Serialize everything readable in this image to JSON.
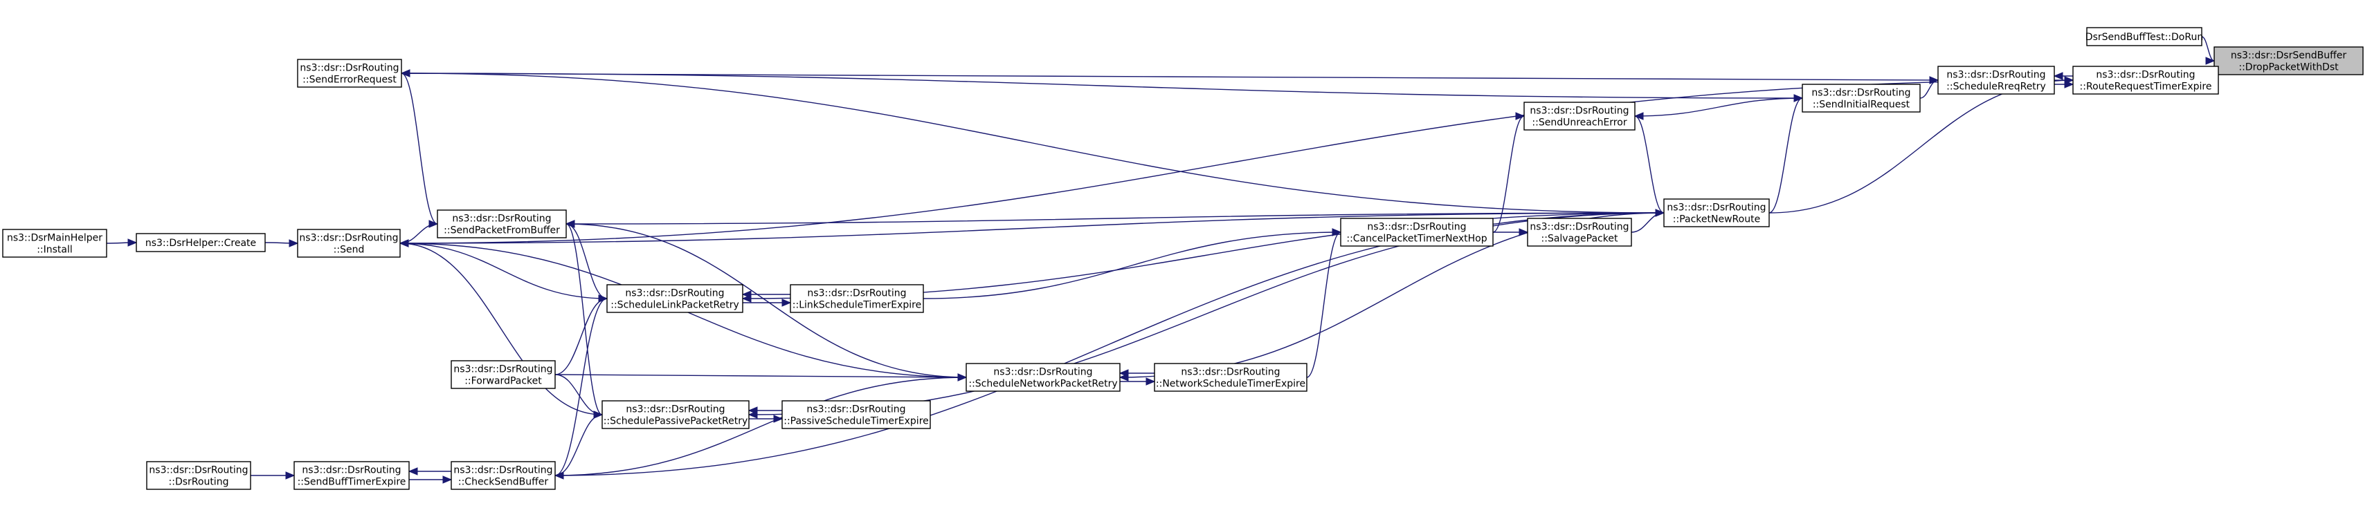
{
  "nodes": {
    "drop_packet": [
      "ns3::dsr::DsrSendBuffer",
      "::DropPacketWithDst"
    ],
    "do_run": [
      "DsrSendBuffTest::DoRun"
    ],
    "route_request_timer": [
      "ns3::dsr::DsrRouting",
      "::RouteRequestTimerExpire"
    ],
    "schedule_rreq_retry": [
      "ns3::dsr::DsrRouting",
      "::ScheduleRreqRetry"
    ],
    "send_initial_request": [
      "ns3::dsr::DsrRouting",
      "::SendInitialRequest"
    ],
    "send_unreach_error": [
      "ns3::dsr::DsrRouting",
      "::SendUnreachError"
    ],
    "send_error_request": [
      "ns3::dsr::DsrRouting",
      "::SendErrorRequest"
    ],
    "packet_new_route": [
      "ns3::dsr::DsrRouting",
      "::PacketNewRoute"
    ],
    "salvage_packet": [
      "ns3::dsr::DsrRouting",
      "::SalvagePacket"
    ],
    "cancel_packet_timer": [
      "ns3::dsr::DsrRouting",
      "::CancelPacketTimerNextHop"
    ],
    "send_packet_from_buffer": [
      "ns3::dsr::DsrRouting",
      "::SendPacketFromBuffer"
    ],
    "send": [
      "ns3::dsr::DsrRouting",
      "::Send"
    ],
    "helper_create": [
      "ns3::DsrHelper::Create"
    ],
    "main_helper_install": [
      "ns3::DsrMainHelper",
      "::Install"
    ],
    "schedule_link_retry": [
      "ns3::dsr::DsrRouting",
      "::ScheduleLinkPacketRetry"
    ],
    "link_schedule_timer": [
      "ns3::dsr::DsrRouting",
      "::LinkScheduleTimerExpire"
    ],
    "schedule_network_retry": [
      "ns3::dsr::DsrRouting",
      "::ScheduleNetworkPacketRetry"
    ],
    "network_schedule_timer": [
      "ns3::dsr::DsrRouting",
      "::NetworkScheduleTimerExpire"
    ],
    "forward_packet": [
      "ns3::dsr::DsrRouting",
      "::ForwardPacket"
    ],
    "schedule_passive_retry": [
      "ns3::dsr::DsrRouting",
      "::SchedulePassivePacketRetry"
    ],
    "passive_schedule_timer": [
      "ns3::dsr::DsrRouting",
      "::PassiveScheduleTimerExpire"
    ],
    "dsr_routing_ctor": [
      "ns3::dsr::DsrRouting",
      "::DsrRouting"
    ],
    "send_buff_timer": [
      "ns3::dsr::DsrRouting",
      "::SendBuffTimerExpire"
    ],
    "check_send_buffer": [
      "ns3::dsr::DsrRouting",
      "::CheckSendBuffer"
    ]
  },
  "edges": [
    [
      "do_run",
      "drop_packet"
    ],
    [
      "route_request_timer",
      "drop_packet"
    ],
    [
      "schedule_rreq_retry",
      "route_request_timer"
    ],
    [
      "route_request_timer",
      "schedule_rreq_retry"
    ],
    [
      "send_initial_request",
      "schedule_rreq_retry"
    ],
    [
      "send_error_request",
      "schedule_rreq_retry"
    ],
    [
      "send_unreach_error",
      "send_initial_request"
    ],
    [
      "packet_new_route",
      "send_initial_request"
    ],
    [
      "send",
      "route_request_timer"
    ],
    [
      "packet_new_route",
      "route_request_timer"
    ],
    [
      "send_initial_request",
      "send_error_request"
    ],
    [
      "packet_new_route",
      "send_error_request"
    ],
    [
      "cancel_packet_timer",
      "send_unreach_error"
    ],
    [
      "packet_new_route",
      "send_unreach_error"
    ],
    [
      "salvage_packet",
      "packet_new_route"
    ],
    [
      "send",
      "packet_new_route"
    ],
    [
      "cancel_packet_timer",
      "salvage_packet"
    ],
    [
      "link_schedule_timer",
      "cancel_packet_timer"
    ],
    [
      "network_schedule_timer",
      "cancel_packet_timer"
    ],
    [
      "send_error_request",
      "send_packet_from_buffer"
    ],
    [
      "packet_new_route",
      "send_packet_from_buffer"
    ],
    [
      "send_packet_from_buffer",
      "send"
    ],
    [
      "helper_create",
      "send"
    ],
    [
      "main_helper_install",
      "helper_create"
    ],
    [
      "schedule_link_retry",
      "send_packet_from_buffer"
    ],
    [
      "schedule_link_retry",
      "send"
    ],
    [
      "link_schedule_timer",
      "schedule_link_retry"
    ],
    [
      "schedule_link_retry",
      "link_schedule_timer"
    ],
    [
      "packet_new_route",
      "schedule_link_retry"
    ],
    [
      "forward_packet",
      "schedule_link_retry"
    ],
    [
      "check_send_buffer",
      "schedule_link_retry"
    ],
    [
      "schedule_network_retry",
      "send_packet_from_buffer"
    ],
    [
      "schedule_network_retry",
      "send"
    ],
    [
      "network_schedule_timer",
      "schedule_network_retry"
    ],
    [
      "schedule_network_retry",
      "network_schedule_timer"
    ],
    [
      "packet_new_route",
      "schedule_network_retry"
    ],
    [
      "forward_packet",
      "schedule_network_retry"
    ],
    [
      "check_send_buffer",
      "schedule_network_retry"
    ],
    [
      "schedule_passive_retry",
      "send_packet_from_buffer"
    ],
    [
      "schedule_passive_retry",
      "send"
    ],
    [
      "passive_schedule_timer",
      "schedule_passive_retry"
    ],
    [
      "schedule_passive_retry",
      "passive_schedule_timer"
    ],
    [
      "packet_new_route",
      "schedule_passive_retry"
    ],
    [
      "forward_packet",
      "schedule_passive_retry"
    ],
    [
      "check_send_buffer",
      "schedule_passive_retry"
    ],
    [
      "check_send_buffer",
      "send_buff_timer"
    ],
    [
      "send_buff_timer",
      "check_send_buffer"
    ],
    [
      "dsr_routing_ctor",
      "send_buff_timer"
    ],
    [
      "packet_new_route",
      "check_send_buffer"
    ]
  ]
}
